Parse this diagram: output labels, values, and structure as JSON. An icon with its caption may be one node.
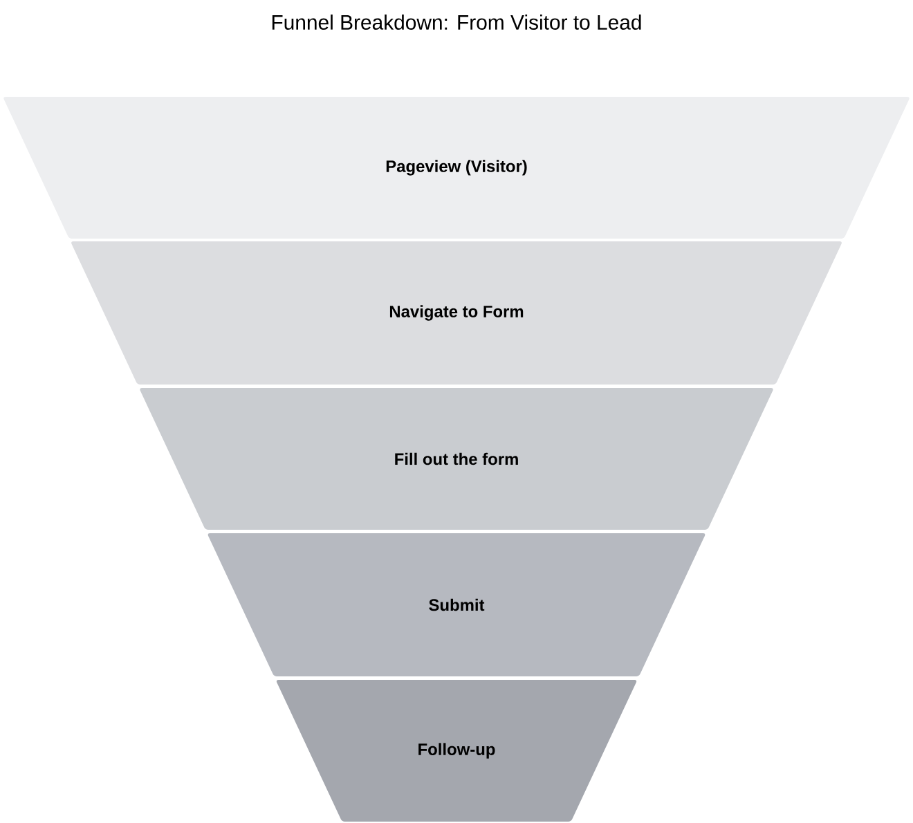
{
  "diagram": {
    "title": "Funnel Breakdown: From Visitor to Lead",
    "nodes": [
      {
        "text": [
          "Pageview (Visitor)"
        ]
      },
      {
        "text": [
          "Navigate to Form"
        ]
      },
      {
        "text": [
          "Fill out the form"
        ]
      },
      {
        "text": [
          "Submit"
        ]
      },
      {
        "text": [
          "Follow-up"
        ]
      }
    ]
  }
}
